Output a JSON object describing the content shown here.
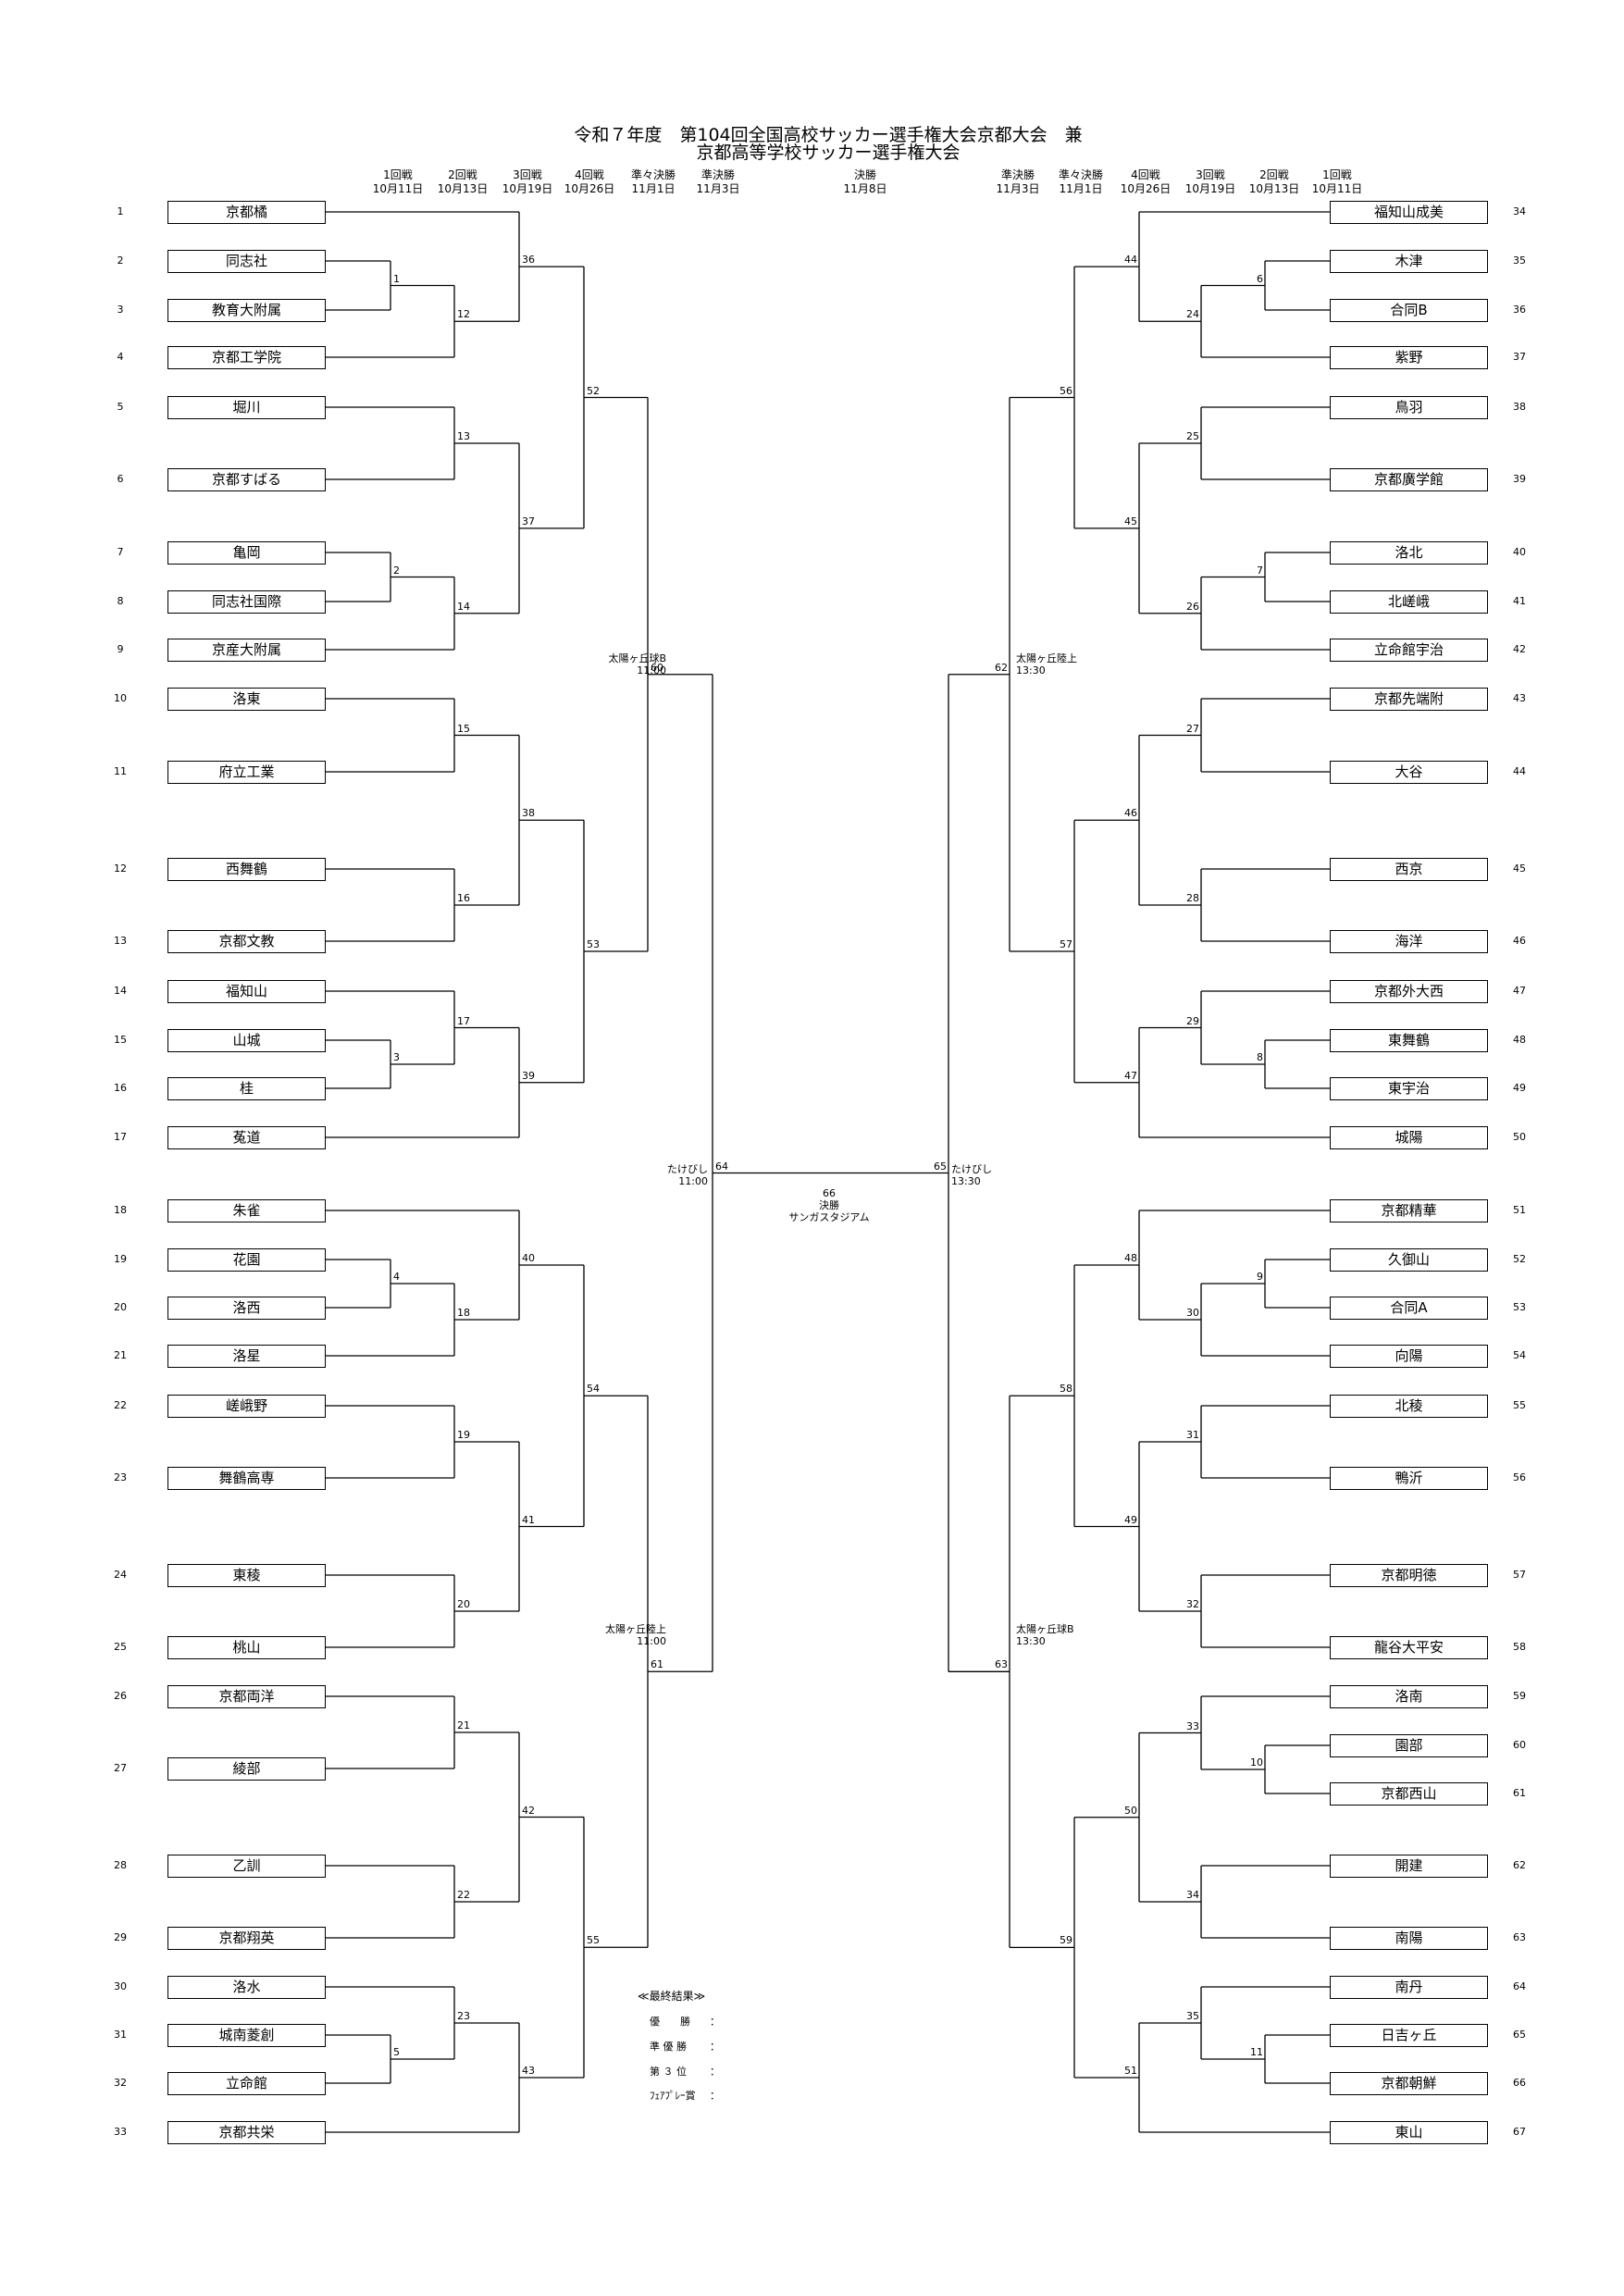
{
  "title": {
    "line1": "令和７年度　第104回全国高校サッカー選手権大会京都大会　兼",
    "line2": "京都高等学校サッカー選手権大会"
  },
  "rounds_left": [
    {
      "name": "1回戦",
      "date": "10月11日"
    },
    {
      "name": "2回戦",
      "date": "10月13日"
    },
    {
      "name": "3回戦",
      "date": "10月19日"
    },
    {
      "name": "4回戦",
      "date": "10月26日"
    },
    {
      "name": "準々決勝",
      "date": "11月1日"
    },
    {
      "name": "準決勝",
      "date": "11月3日"
    }
  ],
  "final_header": {
    "name": "決勝",
    "date": "11月8日"
  },
  "rounds_right": [
    {
      "name": "準決勝",
      "date": "11月3日"
    },
    {
      "name": "準々決勝",
      "date": "11月1日"
    },
    {
      "name": "4回戦",
      "date": "10月26日"
    },
    {
      "name": "3回戦",
      "date": "10月19日"
    },
    {
      "name": "2回戦",
      "date": "10月13日"
    },
    {
      "name": "1回戦",
      "date": "10月11日"
    }
  ],
  "teams_left": [
    {
      "seed": "1",
      "name": "京都橘"
    },
    {
      "seed": "2",
      "name": "同志社"
    },
    {
      "seed": "3",
      "name": "教育大附属"
    },
    {
      "seed": "4",
      "name": "京都工学院"
    },
    {
      "seed": "5",
      "name": "堀川"
    },
    {
      "seed": "6",
      "name": "京都すばる"
    },
    {
      "seed": "7",
      "name": "亀岡"
    },
    {
      "seed": "8",
      "name": "同志社国際"
    },
    {
      "seed": "9",
      "name": "京産大附属"
    },
    {
      "seed": "10",
      "name": "洛東"
    },
    {
      "seed": "11",
      "name": "府立工業"
    },
    {
      "seed": "12",
      "name": "西舞鶴"
    },
    {
      "seed": "13",
      "name": "京都文教"
    },
    {
      "seed": "14",
      "name": "福知山"
    },
    {
      "seed": "15",
      "name": "山城"
    },
    {
      "seed": "16",
      "name": "桂"
    },
    {
      "seed": "17",
      "name": "菟道"
    },
    {
      "seed": "18",
      "name": "朱雀"
    },
    {
      "seed": "19",
      "name": "花園"
    },
    {
      "seed": "20",
      "name": "洛西"
    },
    {
      "seed": "21",
      "name": "洛星"
    },
    {
      "seed": "22",
      "name": "嵯峨野"
    },
    {
      "seed": "23",
      "name": "舞鶴高専"
    },
    {
      "seed": "24",
      "name": "東稜"
    },
    {
      "seed": "25",
      "name": "桃山"
    },
    {
      "seed": "26",
      "name": "京都両洋"
    },
    {
      "seed": "27",
      "name": "綾部"
    },
    {
      "seed": "28",
      "name": "乙訓"
    },
    {
      "seed": "29",
      "name": "京都翔英"
    },
    {
      "seed": "30",
      "name": "洛水"
    },
    {
      "seed": "31",
      "name": "城南菱創"
    },
    {
      "seed": "32",
      "name": "立命館"
    },
    {
      "seed": "33",
      "name": "京都共栄"
    }
  ],
  "teams_right": [
    {
      "seed": "34",
      "name": "福知山成美"
    },
    {
      "seed": "35",
      "name": "木津"
    },
    {
      "seed": "36",
      "name": "合同B"
    },
    {
      "seed": "37",
      "name": "紫野"
    },
    {
      "seed": "38",
      "name": "鳥羽"
    },
    {
      "seed": "39",
      "name": "京都廣学館"
    },
    {
      "seed": "40",
      "name": "洛北"
    },
    {
      "seed": "41",
      "name": "北嵯峨"
    },
    {
      "seed": "42",
      "name": "立命館宇治"
    },
    {
      "seed": "43",
      "name": "京都先端附"
    },
    {
      "seed": "44",
      "name": "大谷"
    },
    {
      "seed": "45",
      "name": "西京"
    },
    {
      "seed": "46",
      "name": "海洋"
    },
    {
      "seed": "47",
      "name": "京都外大西"
    },
    {
      "seed": "48",
      "name": "東舞鶴"
    },
    {
      "seed": "49",
      "name": "東宇治"
    },
    {
      "seed": "50",
      "name": "城陽"
    },
    {
      "seed": "51",
      "name": "京都精華"
    },
    {
      "seed": "52",
      "name": "久御山"
    },
    {
      "seed": "53",
      "name": "合同A"
    },
    {
      "seed": "54",
      "name": "向陽"
    },
    {
      "seed": "55",
      "name": "北稜"
    },
    {
      "seed": "56",
      "name": "鴨沂"
    },
    {
      "seed": "57",
      "name": "京都明徳"
    },
    {
      "seed": "58",
      "name": "龍谷大平安"
    },
    {
      "seed": "59",
      "name": "洛南"
    },
    {
      "seed": "60",
      "name": "園部"
    },
    {
      "seed": "61",
      "name": "京都西山"
    },
    {
      "seed": "62",
      "name": "開建"
    },
    {
      "seed": "63",
      "name": "南陽"
    },
    {
      "seed": "64",
      "name": "南丹"
    },
    {
      "seed": "65",
      "name": "日吉ヶ丘"
    },
    {
      "seed": "66",
      "name": "京都朝鮮"
    },
    {
      "seed": "67",
      "name": "東山"
    }
  ],
  "match_numbers": [
    "1",
    "2",
    "3",
    "4",
    "5",
    "6",
    "7",
    "8",
    "9",
    "10",
    "11",
    "12",
    "13",
    "14",
    "15",
    "16",
    "17",
    "18",
    "19",
    "20",
    "21",
    "22",
    "23",
    "24",
    "25",
    "26",
    "27",
    "28",
    "29",
    "30",
    "31",
    "32",
    "33",
    "34",
    "35",
    "36",
    "37",
    "38",
    "39",
    "40",
    "41",
    "42",
    "43",
    "44",
    "45",
    "46",
    "47",
    "48",
    "49",
    "50",
    "51",
    "52",
    "53",
    "54",
    "55",
    "56",
    "57",
    "58",
    "59",
    "60",
    "61",
    "62",
    "63",
    "64",
    "65"
  ],
  "venues": {
    "m60": {
      "place": "太陽ヶ丘球B",
      "time": "11:00"
    },
    "m61": {
      "place": "太陽ヶ丘陸上",
      "time": "11:00"
    },
    "m62": {
      "place": "太陽ヶ丘陸上",
      "time": "13:30"
    },
    "m63": {
      "place": "太陽ヶ丘球B",
      "time": "13:30"
    },
    "m64": {
      "place": "たけびし",
      "time": "11:00"
    },
    "m65": {
      "place": "たけびし",
      "time": "13:30"
    }
  },
  "final": {
    "number": "66",
    "label": "決勝",
    "venue": "サンガスタジアム"
  },
  "results": {
    "heading": "≪最終結果≫",
    "rows": [
      {
        "label": "優　　勝",
        "colon": "："
      },
      {
        "label": "準 優 勝",
        "colon": "："
      },
      {
        "label": "第 ３ 位",
        "colon": "："
      },
      {
        "label": "ﾌｪｱﾌﾟﾚｰ賞",
        "colon": "："
      }
    ]
  }
}
